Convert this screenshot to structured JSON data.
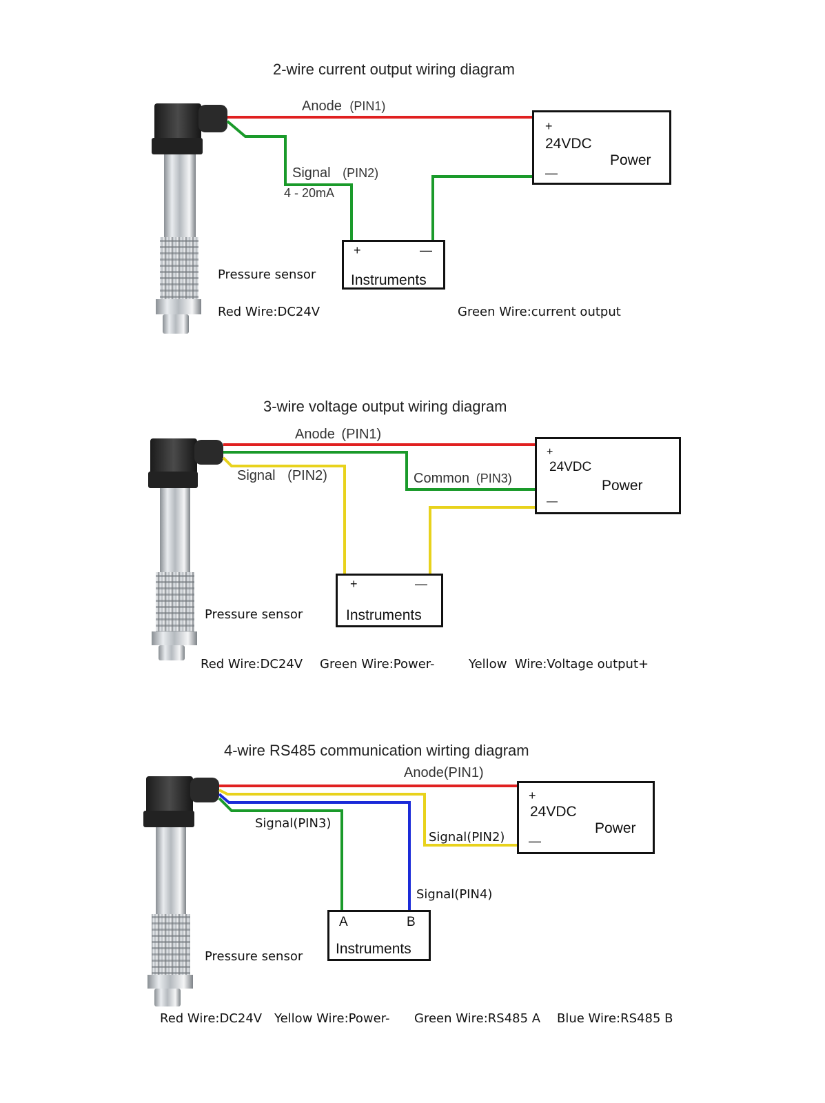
{
  "diagram1": {
    "title": "2-wire current output wiring diagram",
    "anode_label": "Anode",
    "anode_pin": "(PIN1)",
    "signal_label": "Signal",
    "signal_pin": "(PIN2)",
    "signal_range": "4 - 20mA",
    "power": {
      "plus": "+",
      "voltage": "24VDC",
      "name": "Power",
      "minus": "—"
    },
    "instruments": {
      "plus": "+",
      "minus": "—",
      "name": "Instruments"
    },
    "sensor_label": "Pressure sensor",
    "notes": [
      "Red Wire:DC24V",
      "Green Wire:current output"
    ]
  },
  "diagram2": {
    "title": "3-wire voltage output wiring diagram",
    "anode_label": "Anode",
    "anode_pin": "(PIN1)",
    "signal_label": "Signal",
    "signal_pin": "(PIN2)",
    "common_label": "Common",
    "common_pin": "(PIN3)",
    "power": {
      "plus": "+",
      "voltage": "24VDC",
      "name": "Power",
      "minus": "—"
    },
    "instruments": {
      "plus": "+",
      "minus": "—",
      "name": "Instruments"
    },
    "sensor_label": "Pressure sensor",
    "notes": [
      "Red Wire:DC24V",
      "Green Wire:Power-",
      "Yellow  Wire:Voltage output+"
    ]
  },
  "diagram3": {
    "title": "4-wire RS485 communication wirting diagram",
    "anode_label": "Anode(PIN1)",
    "signal_pin3": "Signal(PIN3)",
    "signal_pin2": "Signal(PIN2)",
    "signal_pin4": "Signal(PIN4)",
    "power": {
      "plus": "+",
      "voltage": "24VDC",
      "name": "Power",
      "minus": "—"
    },
    "instruments": {
      "a": "A",
      "b": "B",
      "name": "Instruments"
    },
    "sensor_label": "Pressure sensor",
    "notes": [
      "Red Wire:DC24V",
      "Yellow Wire:Power-",
      "Green Wire:RS485 A",
      "Blue Wire:RS485 B"
    ]
  },
  "colors": {
    "red_wire": "#e02020",
    "green_wire": "#1a9a2a",
    "yellow_wire": "#e8d21c",
    "blue_wire": "#1a2ad8"
  }
}
